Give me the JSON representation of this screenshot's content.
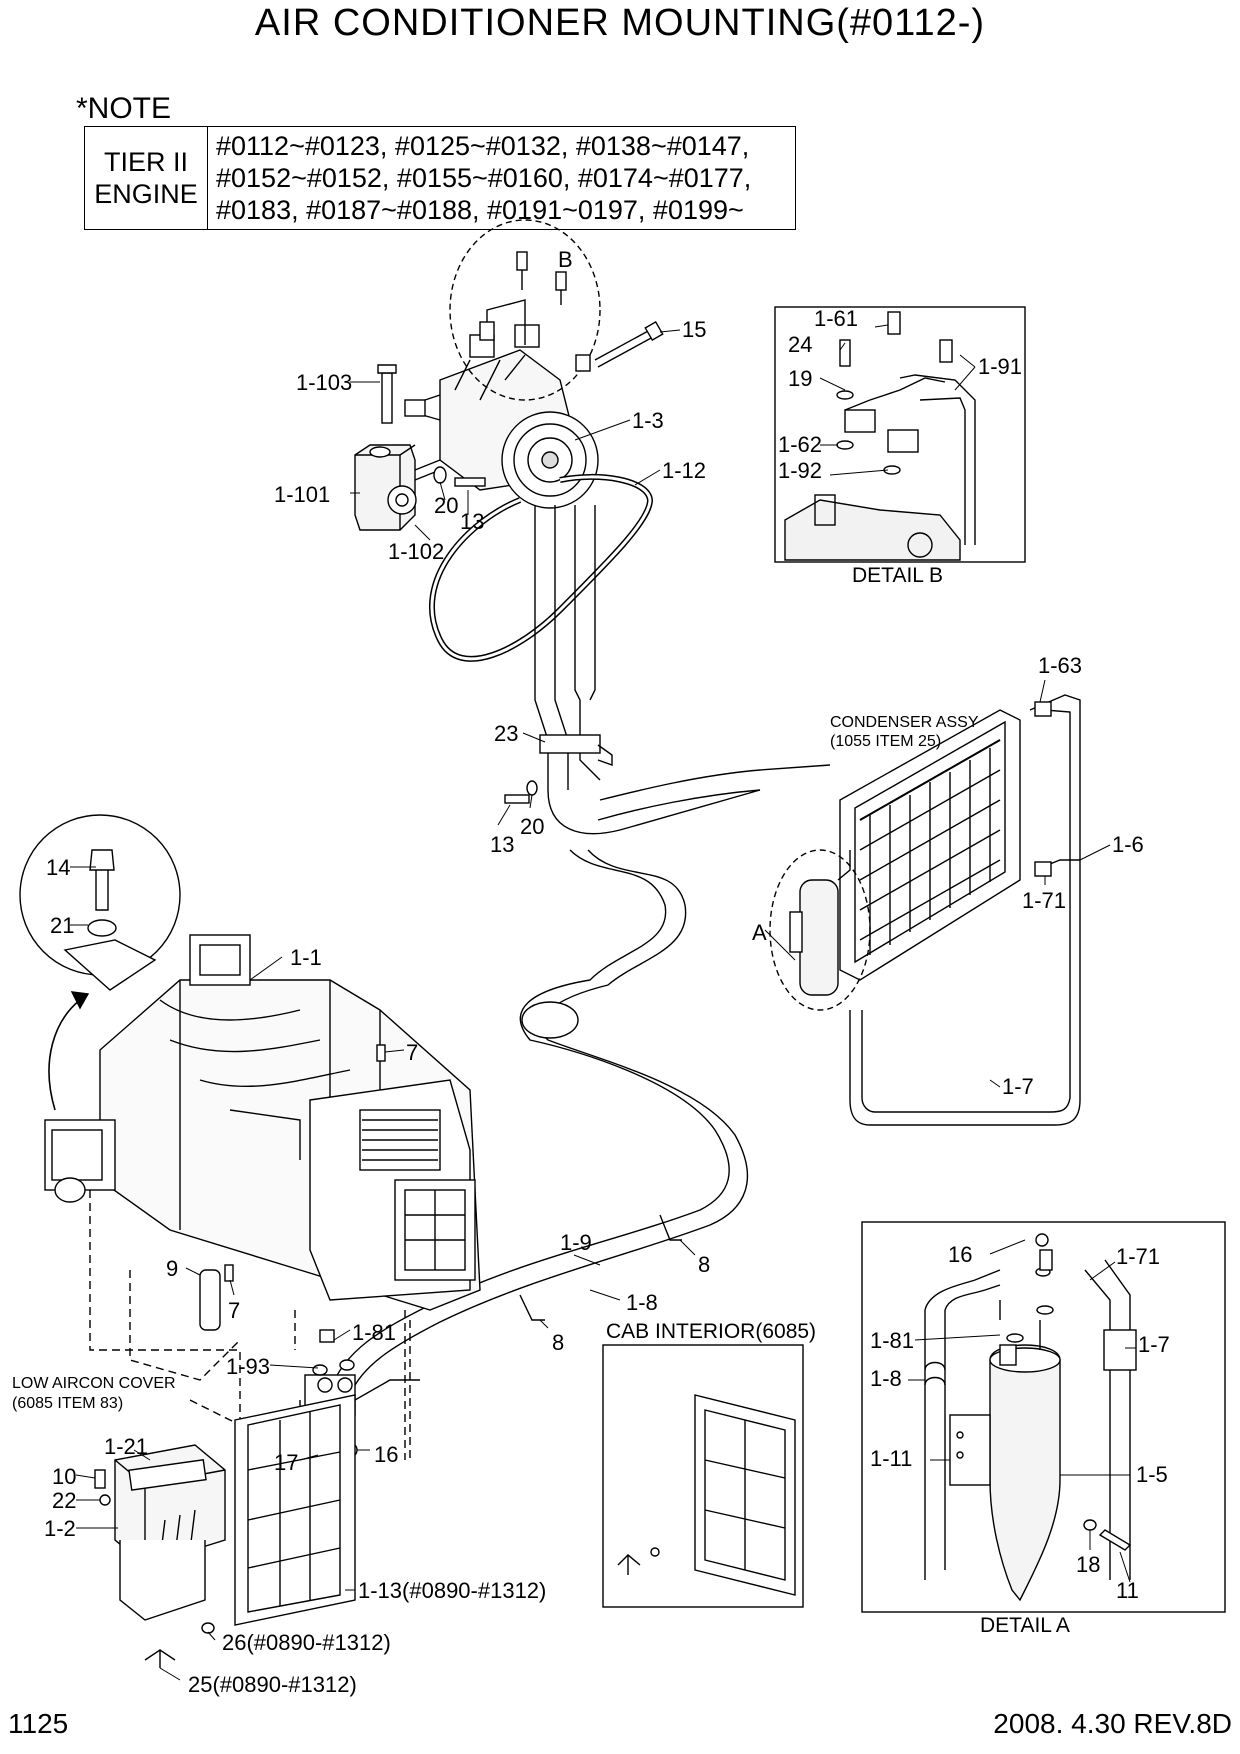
{
  "title": "AIR CONDITIONER MOUNTING(#0112-)",
  "note": {
    "label": "*NOTE",
    "engine_line1": "TIER II",
    "engine_line2": "ENGINE",
    "serials": [
      "#0112~#0123, #0125~#0132, #0138~#0147,",
      "#0152~#0152, #0155~#0160, #0174~#0177,",
      "#0183, #0187~#0188, #0191~0197, #0199~"
    ]
  },
  "callouts": {
    "c1_103": "1-103",
    "c1_101": "1-101",
    "c1_102": "1-102",
    "c20a": "20",
    "c13a": "13",
    "c1_3": "1-3",
    "c1_12": "1-12",
    "c15": "15",
    "cB": "B",
    "c23": "23",
    "c13b": "13",
    "c20b": "20",
    "c14": "14",
    "c21": "21",
    "c1_1": "1-1",
    "c7a": "7",
    "c9": "9",
    "c7b": "7",
    "c1_9": "1-9",
    "c1_8": "1-8",
    "c8a": "8",
    "c8b": "8",
    "c1_81": "1-81",
    "c1_93": "1-93",
    "c17": "17",
    "c16": "16",
    "c10": "10",
    "c22": "22",
    "c1_21": "1-21",
    "c1_2": "1-2",
    "c1_13": "1-13(#0890-#1312)",
    "c26": "26(#0890-#1312)",
    "c25": "25(#0890-#1312)",
    "c1_63": "1-63",
    "c1_6": "1-6",
    "c1_71": "1-71",
    "c1_7": "1-7",
    "cA": "A"
  },
  "labels": {
    "condenser_line1": "CONDENSER ASSY",
    "condenser_line2": "(1055 ITEM 25)",
    "low_cover_line1": "LOW AIRCON COVER",
    "low_cover_line2": "(6085 ITEM 83)",
    "cab_interior": "CAB INTERIOR(6085)"
  },
  "detail_b": {
    "caption": "DETAIL B",
    "callouts": {
      "c1_61": "1-61",
      "c24": "24",
      "c19": "19",
      "c1_62": "1-62",
      "c1_92": "1-92",
      "c1_91": "1-91"
    }
  },
  "detail_a": {
    "caption": "DETAIL A",
    "callouts": {
      "c16": "16",
      "c1_71": "1-71",
      "c1_81": "1-81",
      "c1_8": "1-8",
      "c1_7": "1-7",
      "c1_11": "1-11",
      "c1_5": "1-5",
      "c18": "18",
      "c11": "11"
    }
  },
  "footer": {
    "page": "1125",
    "revision": "2008. 4.30  REV.8D"
  }
}
